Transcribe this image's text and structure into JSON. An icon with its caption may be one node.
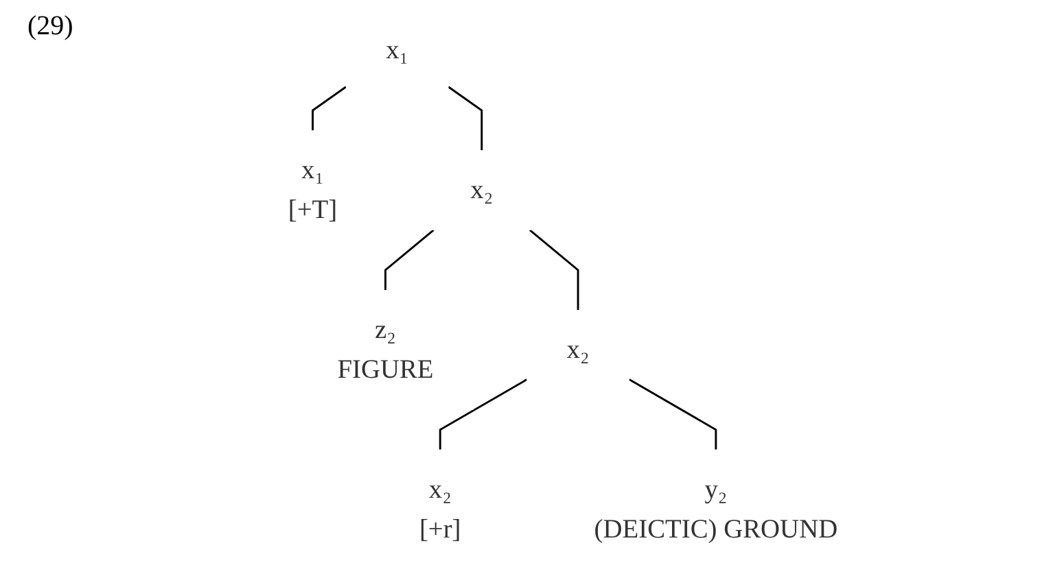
{
  "diagram": {
    "nodes": [
      {
        "text": [
          "x₁"
        ]
      },
      {
        "text": [
          "x₁",
          "[+T]"
        ]
      },
      {
        "text": [
          "x₂"
        ]
      },
      {
        "text": [
          "z₂",
          "FIGURE"
        ]
      },
      {
        "text": [
          "x₂"
        ]
      },
      {
        "text": [
          "x₂",
          "[+r]"
        ]
      },
      {
        "text": [
          "y₂",
          "(DEICTIC) GROUND"
        ]
      }
    ],
    "edges": [
      {
        "from": 0,
        "to": 1,
        "arrow": "none"
      },
      {
        "from": 0,
        "to": 2,
        "arrow": "none"
      },
      {
        "from": 2,
        "to": 3,
        "arrow": "none"
      },
      {
        "from": 2,
        "to": 4,
        "arrow": "none"
      },
      {
        "from": 4,
        "to": 5,
        "arrow": "none"
      },
      {
        "from": 4,
        "to": 6,
        "arrow": "none"
      }
    ],
    "labels": [
      "(29)"
    ]
  }
}
